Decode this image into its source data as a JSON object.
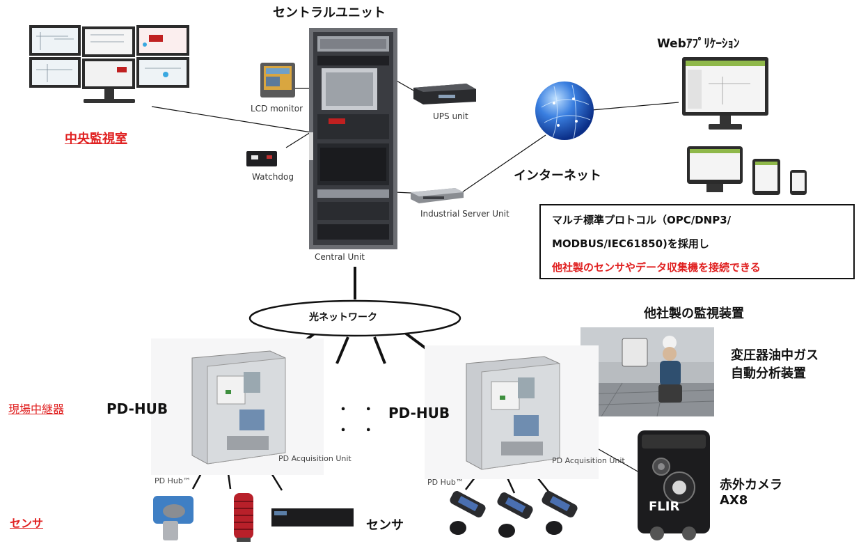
{
  "labels": {
    "central_unit_title": "セントラルユニット",
    "web_app": "Webｱﾌﾟﾘｹｰｼｮﾝ",
    "control_room": "中央監視室",
    "lcd_monitor": "LCD monitor",
    "ups_unit": "UPS unit",
    "watchdog": "Watchdog",
    "internet": "インターネット",
    "industrial_server": "Industrial Server Unit",
    "central_unit": "Central Unit",
    "optical_network": "光ネットワーク",
    "third_party_monitor": "他社製の監視装置",
    "dga_line1": "変圧器油中ガス",
    "dga_line2": "自動分析装置",
    "field_relay": "現場中継器",
    "pd_hub_left": "PD-HUB",
    "pd_hub_right": "PD-HUB",
    "pd_acq_left": "PD Acquisition Unit",
    "pd_acq_right": "PD Acquisition Unit",
    "pd_hub_tm_left": "PD Hub™",
    "pd_hub_tm_right": "PD Hub™",
    "ir_camera_line1": "赤外カメラ",
    "ir_camera_line2": "AX8",
    "flir_logo": "FLIR",
    "sensor_left": "センサ",
    "sensor_mid": "センサ",
    "dots_top": "・ ・",
    "dots_bottom": "・ ・"
  },
  "protocol_box": {
    "line1": "マルチ標準プロトコル（OPC/DNP3/",
    "line2": "MODBUS/IEC61850)を採用し",
    "line3": "他社製のセンサやデータ収集機を接続できる"
  },
  "colors": {
    "accent_red": "#e02020",
    "globe_blue": "#2f6fd8",
    "rack_dark": "#2a2c30"
  }
}
